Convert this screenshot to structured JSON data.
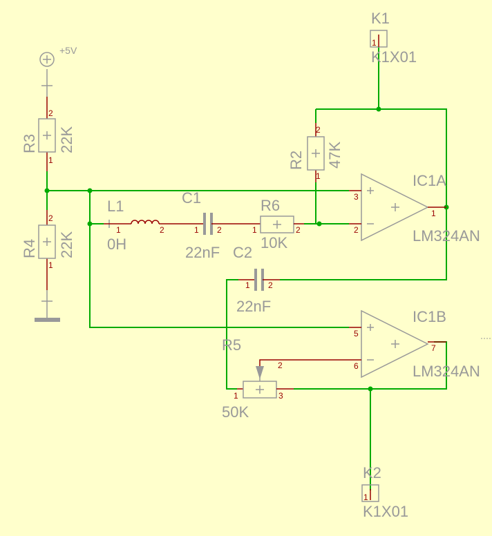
{
  "colors": {
    "background": "#ffffcc",
    "wire": "#00aa00",
    "pin_lead": "#990000",
    "symbol": "#999999"
  },
  "power": {
    "label": "+5V"
  },
  "components": {
    "K1": {
      "ref": "K1",
      "value": "K1X01",
      "pin": "1"
    },
    "K2": {
      "ref": "K2",
      "value": "K1X01",
      "pin": "1"
    },
    "R2": {
      "ref": "R2",
      "value": "47K",
      "pin1": "1",
      "pin2": "2"
    },
    "R3": {
      "ref": "R3",
      "value": "22K",
      "pin1": "1",
      "pin2": "2"
    },
    "R4": {
      "ref": "R4",
      "value": "22K",
      "pin1": "1",
      "pin2": "2"
    },
    "R5": {
      "ref": "R5",
      "value": "50K",
      "pin1": "1",
      "pin2": "2",
      "pin3": "3"
    },
    "R6": {
      "ref": "R6",
      "value": "10K",
      "pin1": "1",
      "pin2": "2"
    },
    "L1": {
      "ref": "L1",
      "value": "0H",
      "pin1": "1",
      "pin2": "2"
    },
    "C1": {
      "ref": "C1",
      "value": "22nF",
      "pin1": "1",
      "pin2": "2"
    },
    "C2": {
      "ref": "C2",
      "value": "22nF",
      "pin1": "1",
      "pin2": "2"
    },
    "IC1A": {
      "ref": "IC1A",
      "value": "LM324AN",
      "pin_in_plus": "3",
      "pin_in_minus": "2",
      "pin_out": "1"
    },
    "IC1B": {
      "ref": "IC1B",
      "value": "LM324AN",
      "pin_in_plus": "5",
      "pin_in_minus": "6",
      "pin_out": "7"
    }
  },
  "icons": {
    "power": "power-supply-icon",
    "ground": "ground-icon",
    "connector": "connector-icon"
  }
}
